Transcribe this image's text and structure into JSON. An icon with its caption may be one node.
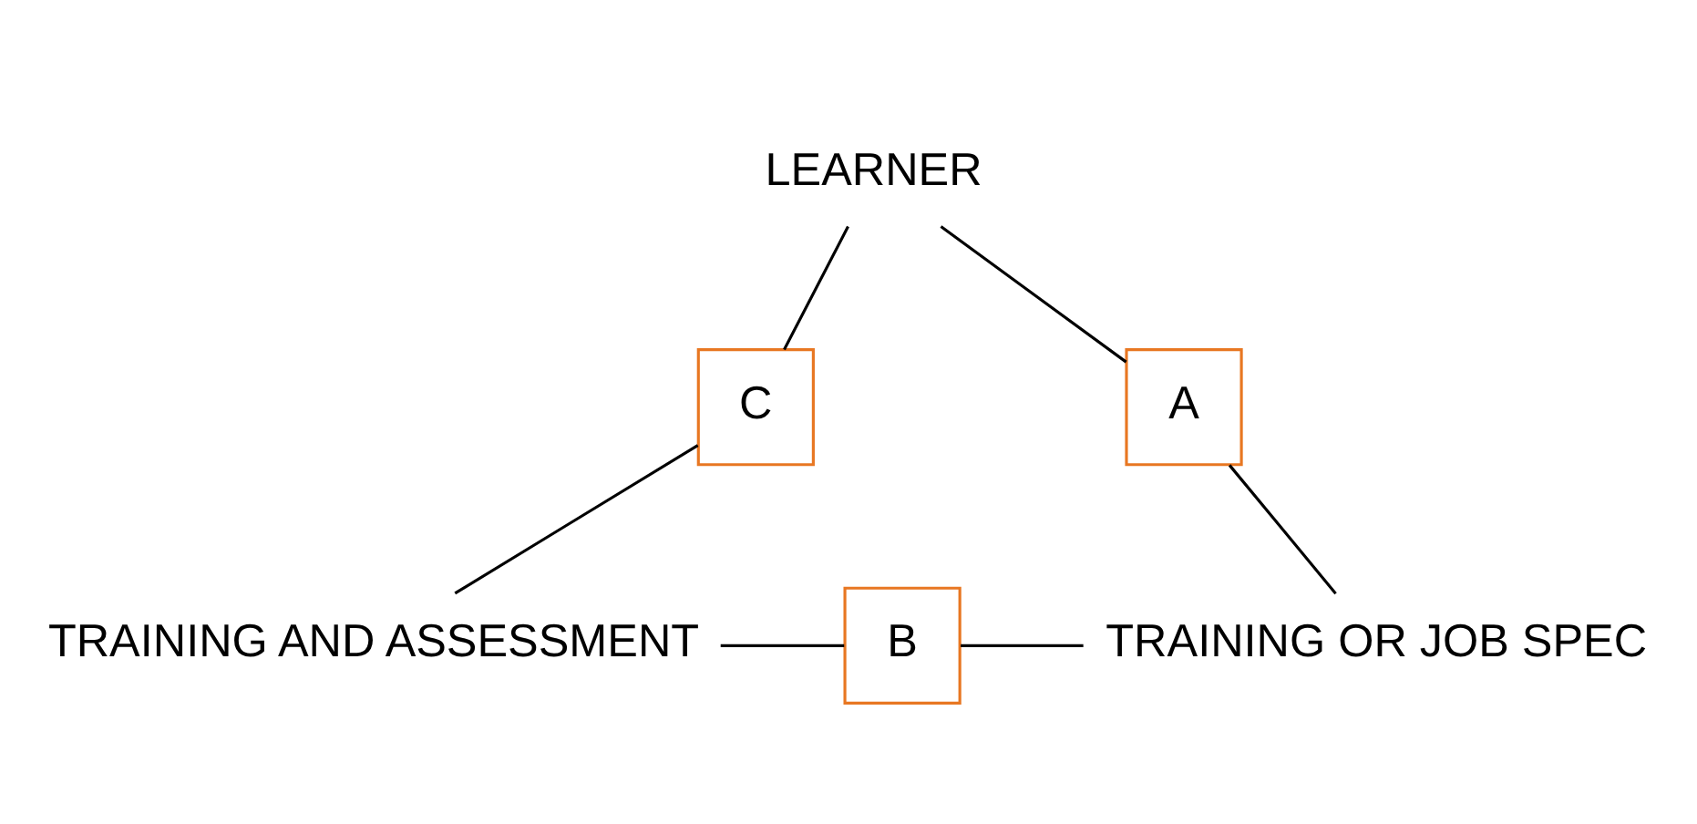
{
  "diagram": {
    "nodes": [
      {
        "text": [
          "LEARNER"
        ]
      },
      {
        "text": [
          "C"
        ]
      },
      {
        "text": [
          "A"
        ]
      },
      {
        "text": [
          "B"
        ]
      },
      {
        "text": [
          "TRAINING AND ASSESSMENT"
        ]
      },
      {
        "text": [
          "TRAINING OR JOB SPEC"
        ]
      }
    ],
    "edges": [
      {
        "from": 0,
        "to": 1,
        "arrow": "none"
      },
      {
        "from": 1,
        "to": 4,
        "arrow": "none"
      },
      {
        "from": 0,
        "to": 2,
        "arrow": "none"
      },
      {
        "from": 2,
        "to": 5,
        "arrow": "none"
      },
      {
        "from": 4,
        "to": 3,
        "arrow": "none"
      },
      {
        "from": 3,
        "to": 5,
        "arrow": "none"
      }
    ]
  }
}
